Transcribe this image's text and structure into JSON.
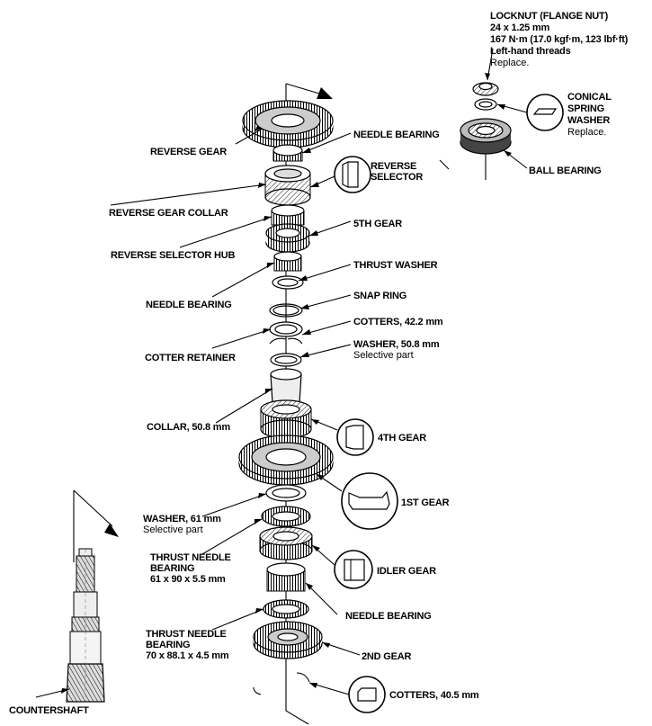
{
  "labels": {
    "locknut": [
      "LOCKNUT (FLANGE NUT)",
      "24 x 1.25 mm",
      "167 N·m (17.0 kgf·m, 123 lbf·ft)",
      "Left-hand threads",
      "Replace."
    ],
    "conical": [
      "CONICAL",
      "SPRING",
      "WASHER",
      "Replace."
    ],
    "ball_bearing": "BALL BEARING",
    "reverse_gear": "REVERSE GEAR",
    "needle_bearing_top": "NEEDLE BEARING",
    "reverse_selector": [
      "REVERSE",
      "SELECTOR"
    ],
    "reverse_gear_collar": "REVERSE GEAR COLLAR",
    "fifth_gear": "5TH GEAR",
    "reverse_selector_hub": "REVERSE SELECTOR HUB",
    "thrust_washer": "THRUST WASHER",
    "needle_bearing_mid": "NEEDLE BEARING",
    "snap_ring": "SNAP RING",
    "cotters_42": "COTTERS, 42.2 mm",
    "cotter_retainer": "COTTER RETAINER",
    "washer_50": [
      "WASHER, 50.8 mm",
      "Selective part"
    ],
    "collar_50": "COLLAR, 50.8 mm",
    "fourth_gear": "4TH GEAR",
    "first_gear": "1ST GEAR",
    "washer_61": [
      "WASHER, 61 mm",
      "Selective part"
    ],
    "thrust_needle_1": [
      "THRUST NEEDLE",
      "BEARING",
      "61 x 90 x 5.5 mm"
    ],
    "idler_gear": "IDLER GEAR",
    "needle_bearing_low": "NEEDLE BEARING",
    "thrust_needle_2": [
      "THRUST NEEDLE",
      "BEARING",
      "70 x 88.1 x 4.5 mm"
    ],
    "second_gear": "2ND GEAR",
    "cotters_40": "COTTERS, 40.5 mm",
    "countershaft": "COUNTERSHAFT"
  }
}
